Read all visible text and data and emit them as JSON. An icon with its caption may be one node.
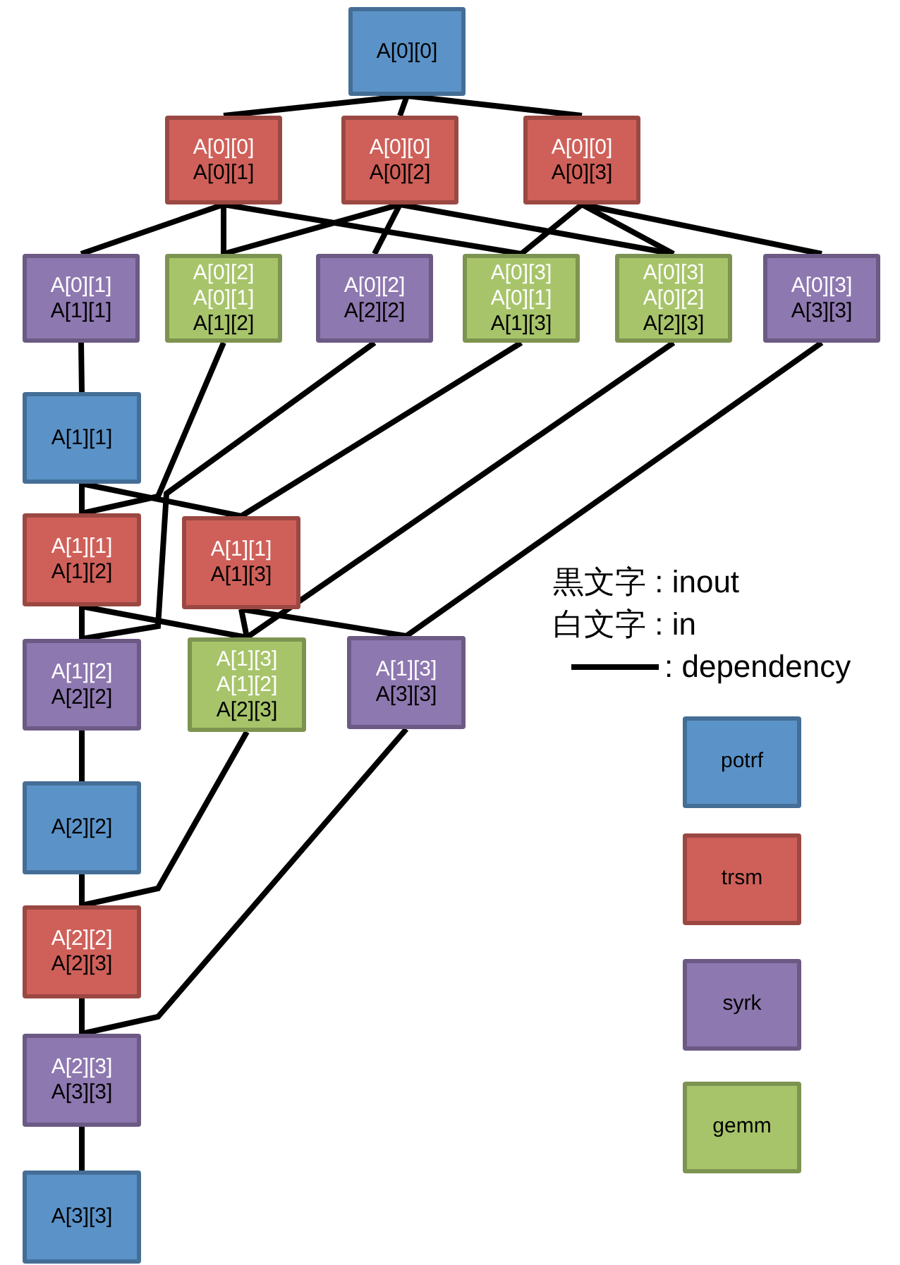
{
  "diagram": {
    "nodes": [
      {
        "text": [
          "A[0][0]"
        ]
      },
      {
        "text": [
          "A[0][0]",
          "A[0][1]"
        ]
      },
      {
        "text": [
          "A[0][0]",
          "A[0][2]"
        ]
      },
      {
        "text": [
          "A[0][0]",
          "A[0][3]"
        ]
      },
      {
        "text": [
          "A[0][1]",
          "A[1][1]"
        ]
      },
      {
        "text": [
          "A[0][2]",
          "A[0][1]",
          "A[1][2]"
        ]
      },
      {
        "text": [
          "A[0][2]",
          "A[2][2]"
        ]
      },
      {
        "text": [
          "A[0][3]",
          "A[0][1]",
          "A[1][3]"
        ]
      },
      {
        "text": [
          "A[0][3]",
          "A[0][2]",
          "A[2][3]"
        ]
      },
      {
        "text": [
          "A[0][3]",
          "A[3][3]"
        ]
      },
      {
        "text": [
          "A[1][1]"
        ]
      },
      {
        "text": [
          "A[1][1]",
          "A[1][2]"
        ]
      },
      {
        "text": [
          "A[1][1]",
          "A[1][3]"
        ]
      },
      {
        "text": [
          "A[1][2]",
          "A[2][2]"
        ]
      },
      {
        "text": [
          "A[1][3]",
          "A[1][2]",
          "A[2][3]"
        ]
      },
      {
        "text": [
          "A[1][3]",
          "A[3][3]"
        ]
      },
      {
        "text": [
          "A[2][2]"
        ]
      },
      {
        "text": [
          "A[2][2]",
          "A[2][3]"
        ]
      },
      {
        "text": [
          "A[2][3]",
          "A[3][3]"
        ]
      },
      {
        "text": [
          "A[3][3]"
        ]
      }
    ],
    "edges": [
      {
        "from": 0,
        "to": 1,
        "arrow": "none"
      },
      {
        "from": 0,
        "to": 2,
        "arrow": "none"
      },
      {
        "from": 0,
        "to": 3,
        "arrow": "none"
      },
      {
        "from": 1,
        "to": 4,
        "arrow": "none"
      },
      {
        "from": 1,
        "to": 5,
        "arrow": "none"
      },
      {
        "from": 1,
        "to": 7,
        "arrow": "none"
      },
      {
        "from": 2,
        "to": 5,
        "arrow": "none"
      },
      {
        "from": 2,
        "to": 6,
        "arrow": "none"
      },
      {
        "from": 2,
        "to": 8,
        "arrow": "none"
      },
      {
        "from": 3,
        "to": 7,
        "arrow": "none"
      },
      {
        "from": 3,
        "to": 8,
        "arrow": "none"
      },
      {
        "from": 3,
        "to": 9,
        "arrow": "none"
      },
      {
        "from": 4,
        "to": 10,
        "arrow": "none"
      },
      {
        "from": 5,
        "to": 11,
        "arrow": "none"
      },
      {
        "from": 10,
        "to": 11,
        "arrow": "none"
      },
      {
        "from": 10,
        "to": 12,
        "arrow": "none"
      },
      {
        "from": 6,
        "to": 13,
        "arrow": "none"
      },
      {
        "from": 7,
        "to": 12,
        "arrow": "none"
      },
      {
        "from": 8,
        "to": 14,
        "arrow": "none"
      },
      {
        "from": 9,
        "to": 15,
        "arrow": "none"
      },
      {
        "from": 11,
        "to": 13,
        "arrow": "none"
      },
      {
        "from": 11,
        "to": 14,
        "arrow": "none"
      },
      {
        "from": 12,
        "to": 14,
        "arrow": "none"
      },
      {
        "from": 12,
        "to": 15,
        "arrow": "none"
      },
      {
        "from": 13,
        "to": 16,
        "arrow": "none"
      },
      {
        "from": 14,
        "to": 17,
        "arrow": "none"
      },
      {
        "from": 15,
        "to": 18,
        "arrow": "none"
      },
      {
        "from": 16,
        "to": 17,
        "arrow": "none"
      },
      {
        "from": 17,
        "to": 18,
        "arrow": "none"
      },
      {
        "from": 18,
        "to": 19,
        "arrow": "none"
      }
    ],
    "legend": [
      {
        "text": "黒文字 : inout"
      },
      {
        "text": "白文字 : in"
      },
      {
        "text": ": dependency"
      },
      {
        "text": "potrf",
        "color": "#5b93c8"
      },
      {
        "text": "trsm",
        "color": "#cf6059"
      },
      {
        "text": "syrk",
        "color": "#8e78b0"
      },
      {
        "text": "gemm",
        "color": "#a7c46a"
      }
    ]
  }
}
